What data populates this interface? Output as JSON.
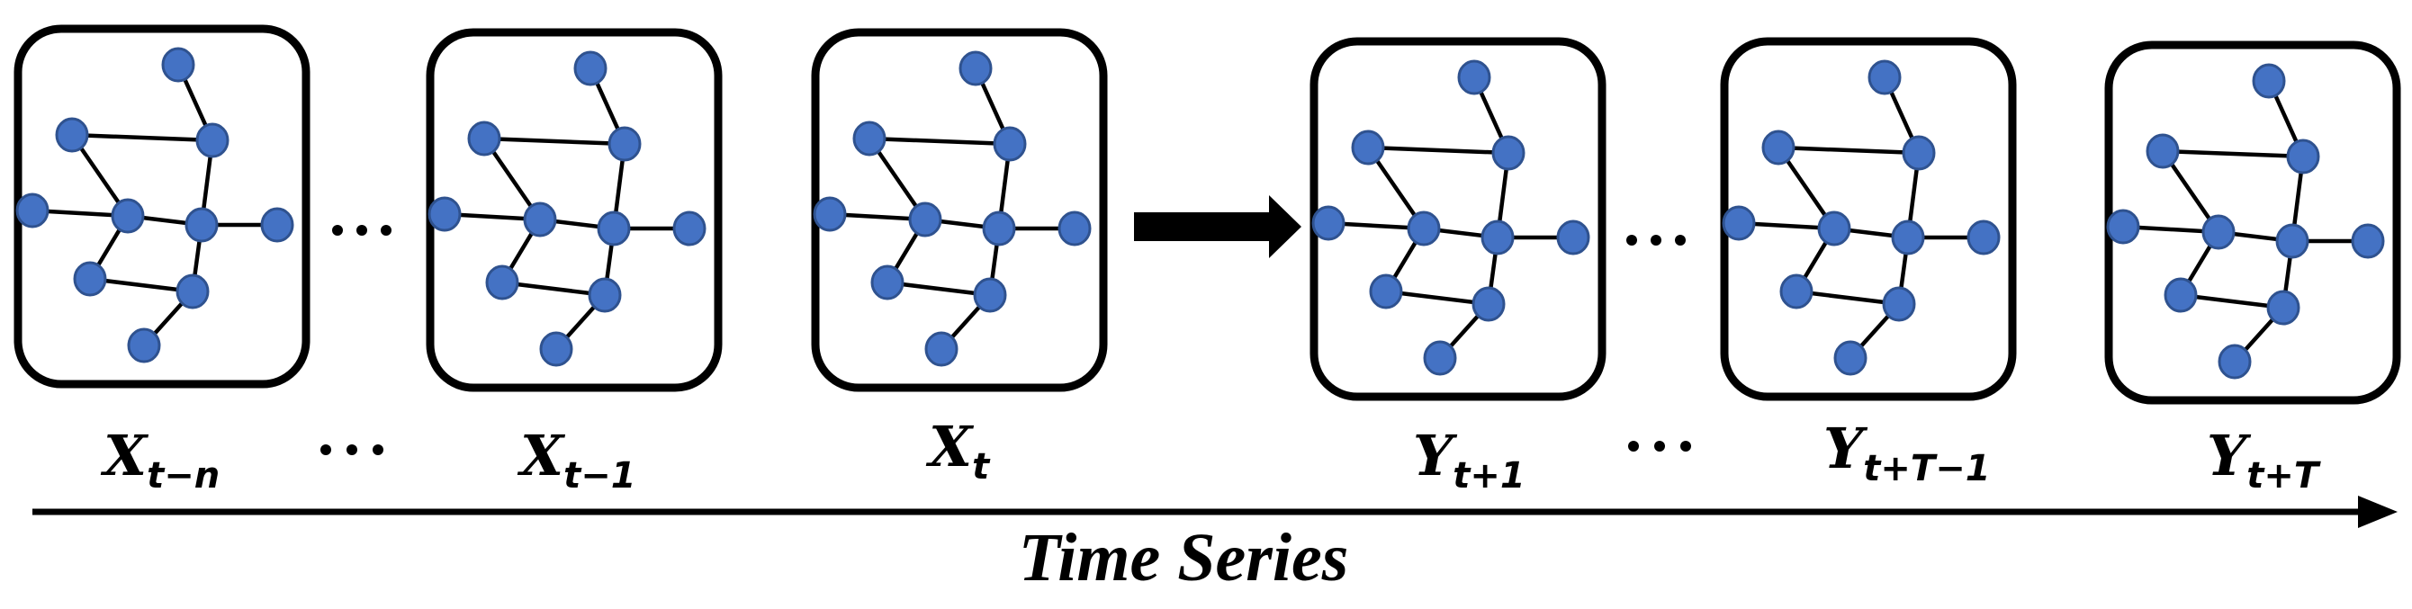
{
  "frames": [
    {
      "id": "x-t-minus-n",
      "label": "X",
      "subscript": "t−n"
    },
    {
      "id": "x-t-minus-1",
      "label": "X",
      "subscript": "t−1"
    },
    {
      "id": "x-t",
      "label": "X",
      "subscript": "t"
    },
    {
      "id": "y-t-plus-1",
      "label": "Y",
      "subscript": "t+1"
    },
    {
      "id": "y-t-plus-T-minus-1",
      "label": "Y",
      "subscript": "t+T−1"
    },
    {
      "id": "y-t-plus-T",
      "label": "Y",
      "subscript": "t+T"
    }
  ],
  "ellipsis": "…",
  "axis": {
    "title": "Time Series"
  },
  "colors": {
    "node_fill": "#4472c4",
    "node_stroke": "#2f528f",
    "ink": "#000000"
  }
}
